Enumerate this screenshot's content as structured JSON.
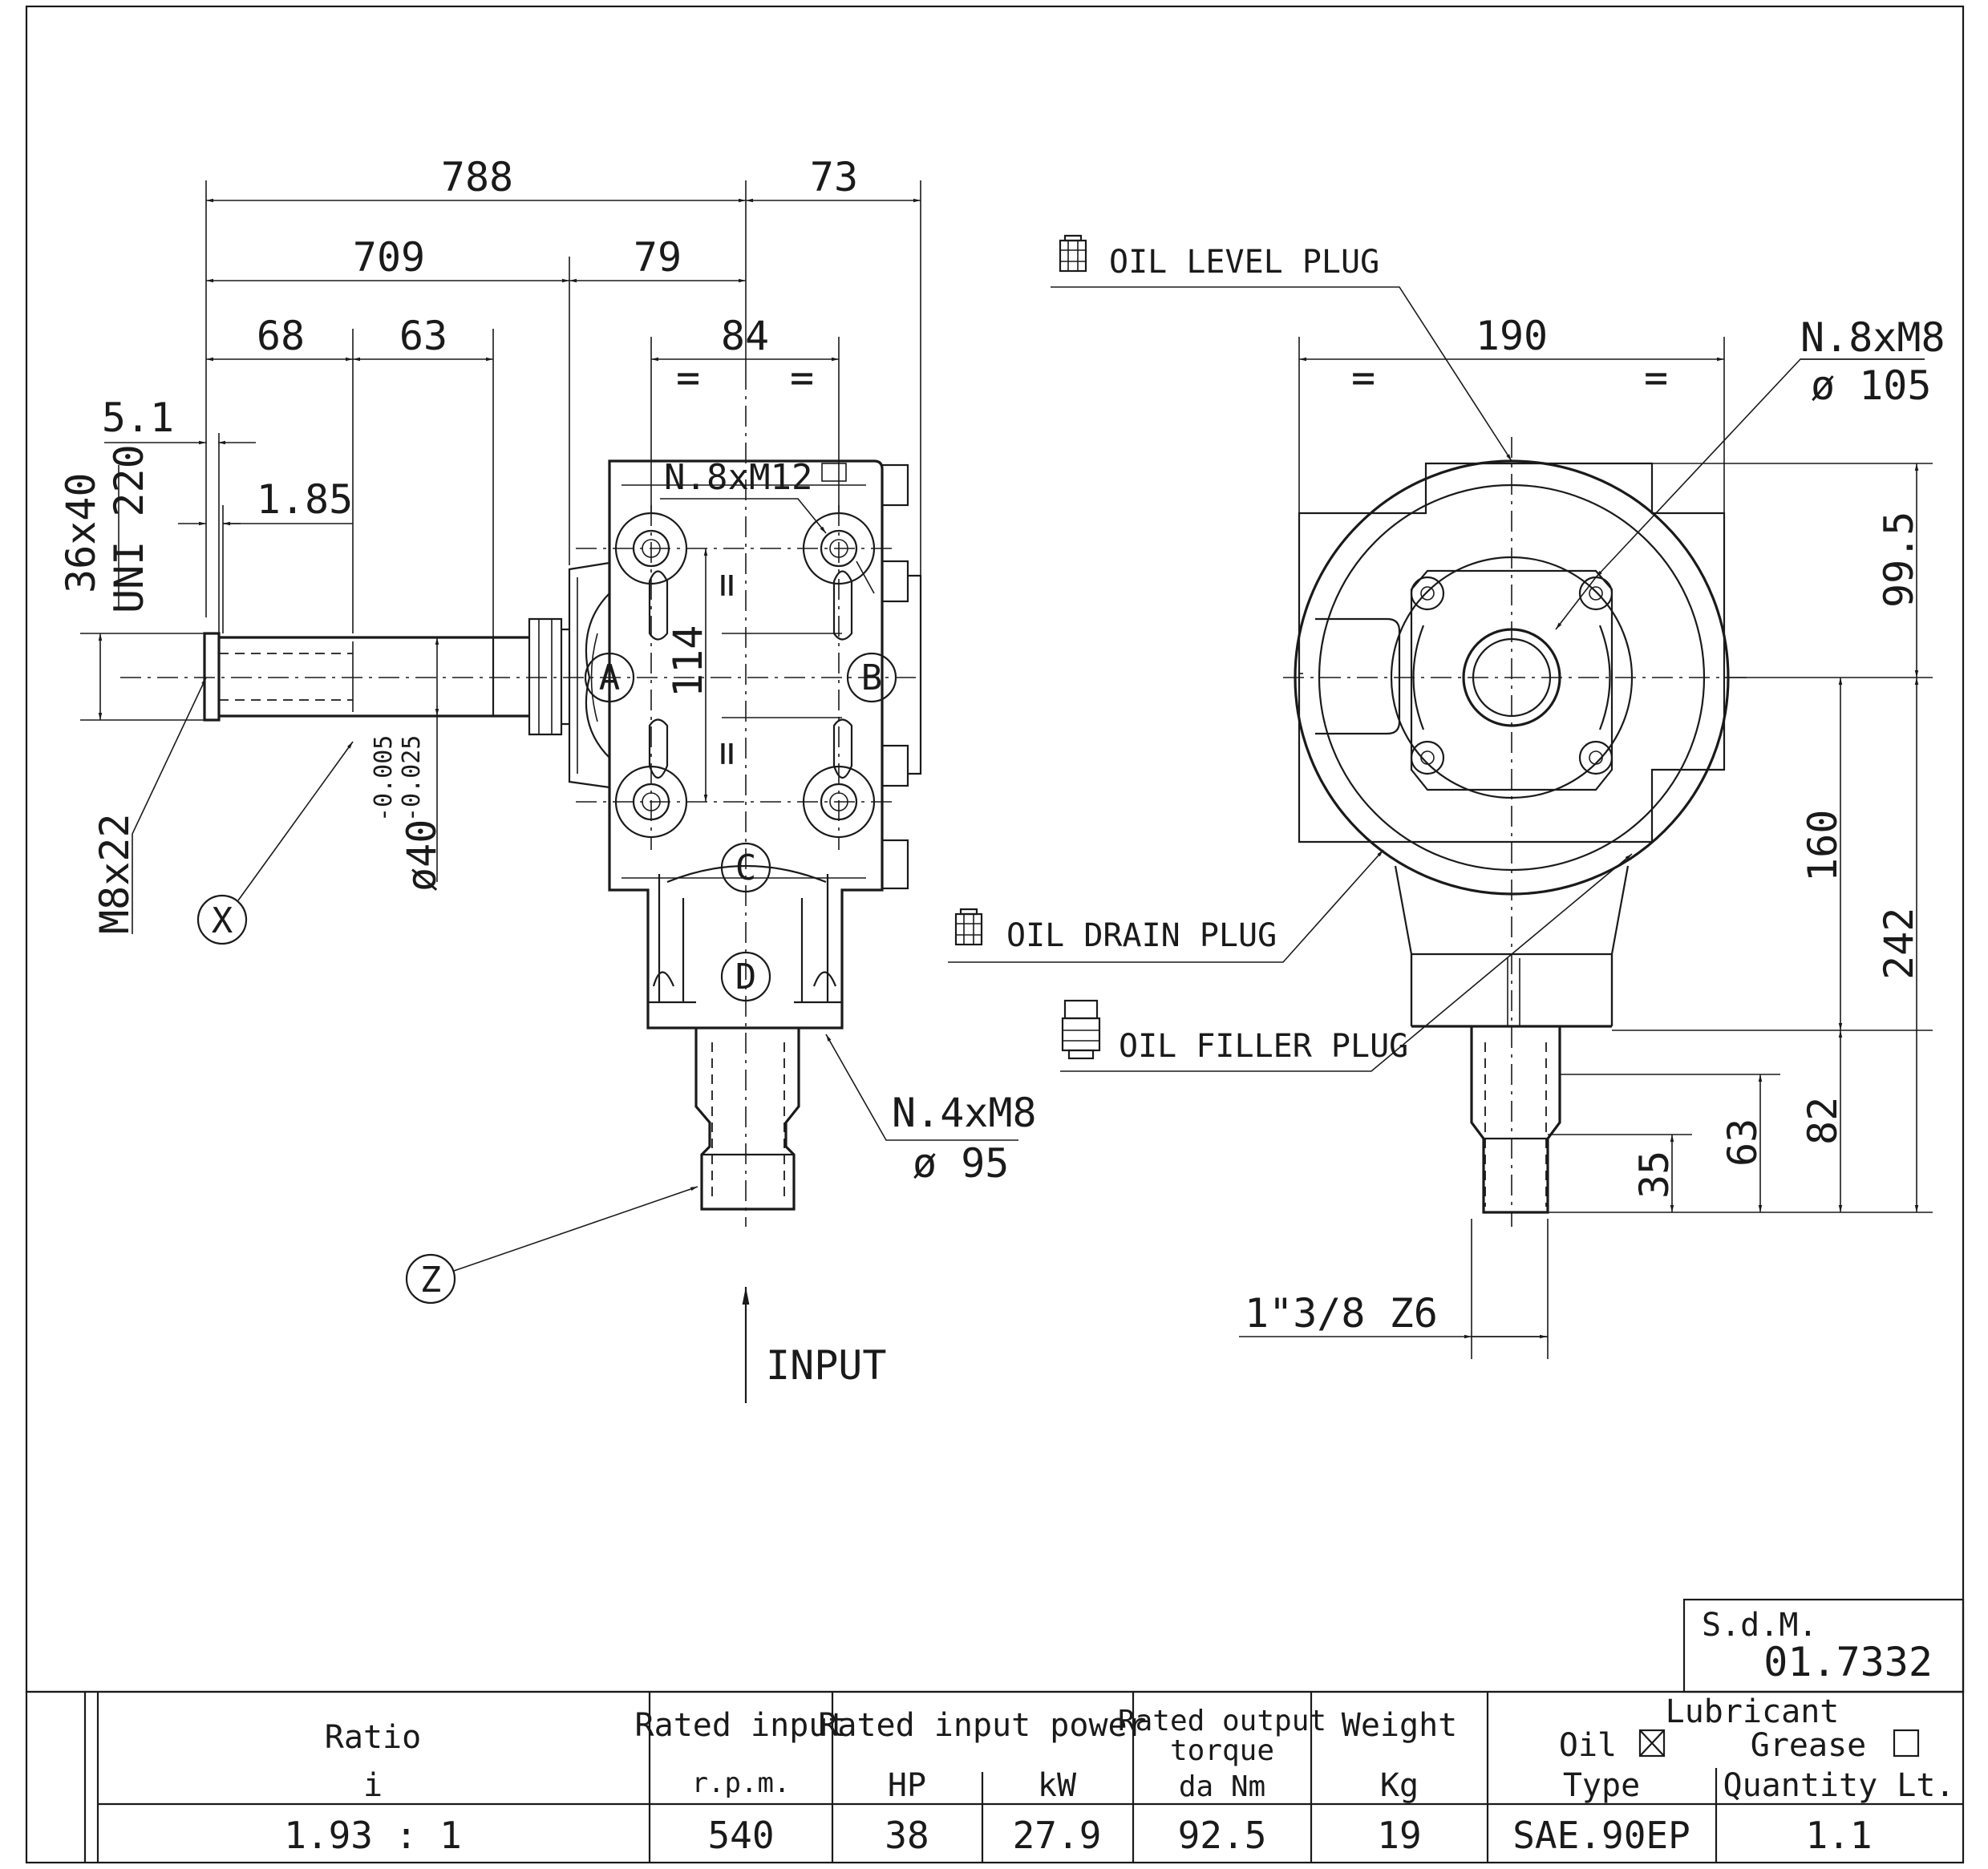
{
  "title_block": {
    "company": "S.d.M.",
    "drawing_number": "01.7332"
  },
  "dimensions": {
    "d788": "788",
    "d73": "73",
    "d709": "709",
    "d79": "79",
    "d68": "68",
    "d63": "63",
    "d84": "84",
    "eq": "=",
    "d5_1": "5.1",
    "d1_85": "1.85",
    "spline_a": "36x40",
    "spline_b": "UNI 220",
    "m8x22": "M8x22",
    "tol_upper": "-0.005",
    "tol_lower": "-0.025",
    "shaft_dia": "ø40",
    "n8m12": "N.8xM12",
    "d114": "114",
    "n4m8": "N.4xM8",
    "dia95": "ø 95",
    "d190": "190",
    "n8m8": "N.8xM8",
    "dia105": "ø 105",
    "d99_5": "99.5",
    "d160": "160",
    "d242": "242",
    "d82": "82",
    "d63r": "63",
    "d35": "35",
    "spline_z6": "1\"3/8 Z6"
  },
  "markers": {
    "A": "A",
    "B": "B",
    "C": "C",
    "D": "D",
    "X": "X",
    "Z": "Z"
  },
  "labels": {
    "input": "INPUT",
    "oil_level": "OIL LEVEL PLUG",
    "oil_drain": "OIL DRAIN PLUG",
    "oil_filler": "OIL FILLER PLUG"
  },
  "spec_table": {
    "headers": {
      "ratio": "Ratio",
      "ratio_sub": "i",
      "rpm": "Rated input",
      "rpm_sub": "r.p.m.",
      "power": "Rated input power",
      "hp": "HP",
      "kw": "kW",
      "torque_a": "Rated output",
      "torque_b": "torque",
      "torque_sub": "da Nm",
      "weight": "Weight",
      "weight_sub": "Kg",
      "lubricant": "Lubricant",
      "oil": "Oil",
      "grease": "Grease",
      "type": "Type",
      "quantity": "Quantity Lt."
    },
    "values": {
      "ratio": "1.93 : 1",
      "rpm": "540",
      "hp": "38",
      "kw": "27.9",
      "torque": "92.5",
      "weight": "19",
      "type": "SAE.90EP",
      "quantity": "1.1"
    },
    "oil_checked": true,
    "grease_checked": false
  }
}
